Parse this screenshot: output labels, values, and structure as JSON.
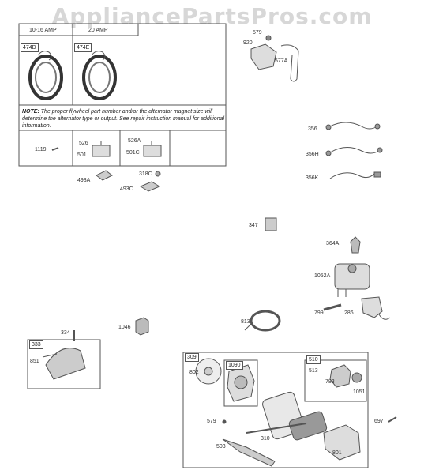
{
  "watermark": "AppliancePartsPros.com",
  "table": {
    "col1_header": "10-16 AMP",
    "col2_header": "20 AMP",
    "col1_part": "474D",
    "col2_part": "474E",
    "note_label": "NOTE:",
    "note_text": "The proper flywheel part number and/or the alternator magnet size will determine the alternator type or output. See repair instruction manual for additional information."
  },
  "labels": {
    "p1119": "1119",
    "p526": "526",
    "p501": "501",
    "p526A": "526A",
    "p501C": "501C",
    "p318C": "318C",
    "p493A": "493A",
    "p493C": "493C",
    "p579a": "579",
    "p920": "920",
    "p577A": "577A",
    "p356": "356",
    "p356H": "356H",
    "p356K": "356K",
    "p347": "347",
    "p364A": "364A",
    "p1052A": "1052A",
    "p799": "799",
    "p286": "286",
    "p813": "813",
    "p1046": "1046",
    "p334": "334",
    "p333": "333",
    "p851": "851",
    "p309": "309",
    "p802": "802",
    "p1090": "1090",
    "p510": "510",
    "p513": "513",
    "p783": "783",
    "p1051": "1051",
    "p579b": "579",
    "p310": "310",
    "p503": "503",
    "p801": "801",
    "p697": "697"
  }
}
